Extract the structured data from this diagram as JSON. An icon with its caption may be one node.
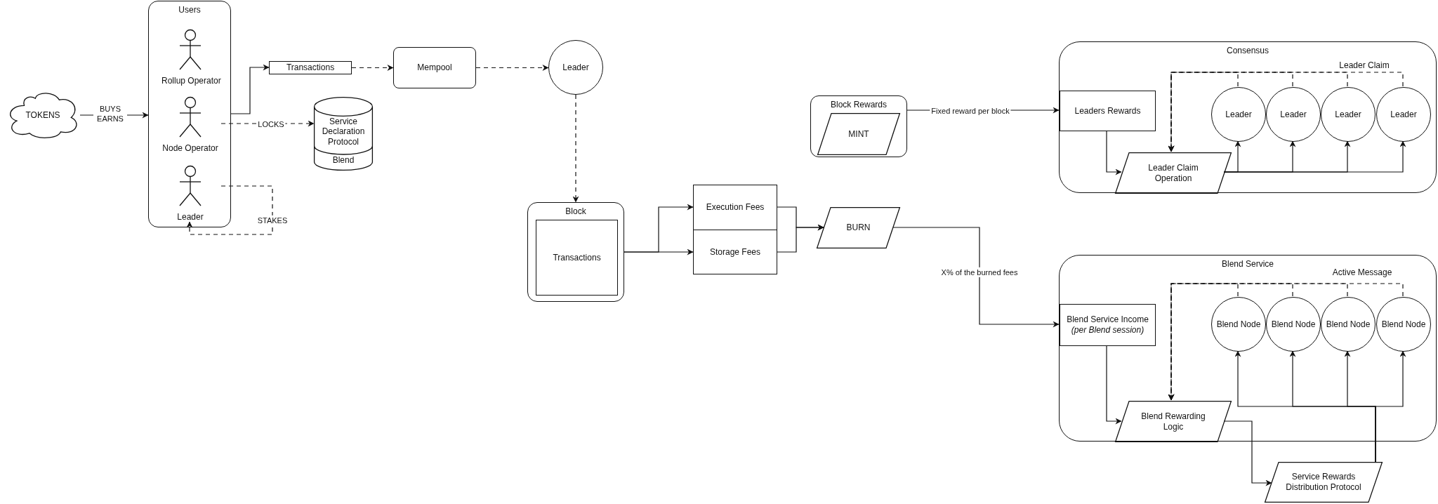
{
  "diagram": {
    "nodes": [
      {
        "text": [
          "TOKENS"
        ]
      },
      {
        "text": [
          "Users"
        ]
      },
      {
        "text": [
          "Rollup Operator"
        ],
        "in": 1
      },
      {
        "text": [
          "Node Operator"
        ],
        "in": 1
      },
      {
        "text": [
          "Leader"
        ],
        "in": 1
      },
      {
        "text": [
          "Transactions"
        ]
      },
      {
        "text": [
          "Service Declaration Protocol",
          "Blend"
        ]
      },
      {
        "text": [
          "Mempool"
        ]
      },
      {
        "text": [
          "Leader"
        ]
      },
      {
        "text": [
          "Block"
        ]
      },
      {
        "text": [
          "Transactions"
        ],
        "in": 9
      },
      {
        "text": [
          "Execution Fees"
        ]
      },
      {
        "text": [
          "Storage Fees"
        ]
      },
      {
        "text": [
          "BURN"
        ]
      },
      {
        "text": [
          "Block Rewards"
        ]
      },
      {
        "text": [
          "MINT"
        ],
        "in": 14
      },
      {
        "text": [
          "Consensus"
        ]
      },
      {
        "text": [
          "Leaders Rewards"
        ],
        "in": 16
      },
      {
        "text": [
          "Leader"
        ],
        "in": 16
      },
      {
        "text": [
          "Leader"
        ],
        "in": 16
      },
      {
        "text": [
          "Leader"
        ],
        "in": 16
      },
      {
        "text": [
          "Leader"
        ],
        "in": 16
      },
      {
        "text": [
          "Leader Claim Operation"
        ],
        "in": 16
      },
      {
        "text": [
          "Blend Service"
        ]
      },
      {
        "text": [
          "Blend Service Income",
          "(per Blend session)"
        ],
        "in": 23
      },
      {
        "text": [
          "Blend Node"
        ],
        "in": 23
      },
      {
        "text": [
          "Blend Node"
        ],
        "in": 23
      },
      {
        "text": [
          "Blend Node"
        ],
        "in": 23
      },
      {
        "text": [
          "Blend Node"
        ],
        "in": 23
      },
      {
        "text": [
          "Blend Rewarding Logic"
        ],
        "in": 23
      },
      {
        "text": [
          "Service Rewards Distribution Protocol"
        ]
      }
    ],
    "edges": [
      {
        "from": 0,
        "to": 1,
        "arrow": "to",
        "label": "BUYS EARNS"
      },
      {
        "from": 1,
        "to": 5,
        "arrow": "to"
      },
      {
        "from": 3,
        "to": 6,
        "arrow": "to",
        "label": "LOCKS",
        "style": "dashed"
      },
      {
        "from": 4,
        "to": 4,
        "arrow": "to",
        "label": "STAKES",
        "style": "dashed"
      },
      {
        "from": 5,
        "to": 7,
        "arrow": "to",
        "style": "dashed"
      },
      {
        "from": 7,
        "to": 8,
        "arrow": "to",
        "style": "dashed"
      },
      {
        "from": 8,
        "to": 9,
        "arrow": "to",
        "style": "dashed"
      },
      {
        "from": 9,
        "to": 11,
        "arrow": "to"
      },
      {
        "from": 9,
        "to": 12,
        "arrow": "to"
      },
      {
        "from": 11,
        "to": 13,
        "arrow": "to"
      },
      {
        "from": 12,
        "to": 13,
        "arrow": "to"
      },
      {
        "from": 14,
        "to": 17,
        "arrow": "to",
        "label": "Fixed reward per block"
      },
      {
        "from": 13,
        "to": 24,
        "arrow": "to",
        "label": "X% of the burned fees"
      },
      {
        "from": 17,
        "to": 22,
        "arrow": "to"
      },
      {
        "from": 22,
        "to": 18,
        "arrow": "to"
      },
      {
        "from": 22,
        "to": 19,
        "arrow": "to"
      },
      {
        "from": 22,
        "to": 20,
        "arrow": "to"
      },
      {
        "from": 22,
        "to": 21,
        "arrow": "to"
      },
      {
        "from": 18,
        "to": 22,
        "arrow": "to",
        "style": "dashed"
      },
      {
        "from": 19,
        "to": 22,
        "arrow": "to",
        "style": "dashed"
      },
      {
        "from": 20,
        "to": 22,
        "arrow": "to",
        "style": "dashed"
      },
      {
        "from": 21,
        "to": 22,
        "arrow": "to",
        "style": "dashed"
      },
      {
        "from": 24,
        "to": 29,
        "arrow": "to"
      },
      {
        "from": 29,
        "to": 30,
        "arrow": "to"
      },
      {
        "from": 30,
        "to": 25,
        "arrow": "to"
      },
      {
        "from": 30,
        "to": 26,
        "arrow": "to"
      },
      {
        "from": 30,
        "to": 27,
        "arrow": "to"
      },
      {
        "from": 30,
        "to": 28,
        "arrow": "to"
      },
      {
        "from": 25,
        "to": 29,
        "arrow": "to",
        "style": "dashed"
      },
      {
        "from": 26,
        "to": 29,
        "arrow": "to",
        "style": "dashed"
      },
      {
        "from": 27,
        "to": 29,
        "arrow": "to",
        "style": "dashed"
      },
      {
        "from": 28,
        "to": 29,
        "arrow": "to",
        "style": "dashed"
      }
    ],
    "labels": [
      "Leader Claim",
      "Active Message"
    ]
  }
}
